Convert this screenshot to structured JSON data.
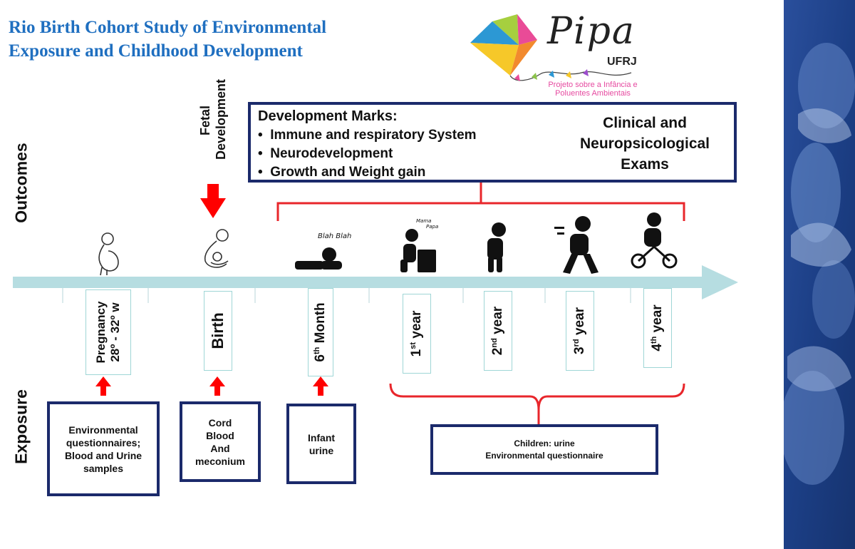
{
  "title": {
    "line1": "Rio Birth Cohort Study of Environmental",
    "line2": "Exposure and Childhood Development"
  },
  "logo": {
    "word": "Pipa",
    "badge": "UFRJ",
    "caption_line1": "Projeto sobre a Infância e",
    "caption_line2": "Poluentes Ambientais"
  },
  "rows": {
    "outcomes": "Outcomes",
    "exposure": "Exposure"
  },
  "fetal_development": {
    "line1": "Fetal",
    "line2": "Development"
  },
  "development_marks": {
    "heading": "Development Marks:",
    "bullets": [
      "Immune and respiratory System",
      "Neurodevelopment",
      "Growth and Weight gain"
    ]
  },
  "clinical": {
    "line1": "Clinical and",
    "line2": "Neuropsicological",
    "line3": "Exams"
  },
  "infant_speech": "Blah Blah",
  "toddler_speech": {
    "line1": "Mama",
    "line2": "Papa"
  },
  "stages": [
    {
      "line1": "Pregnancy",
      "line2": "28º - 32º w"
    },
    {
      "line1": "Birth"
    },
    {
      "main": "6",
      "sup": "th",
      "rest": " Month"
    },
    {
      "main": "1",
      "sup": "st",
      "rest": " year"
    },
    {
      "main": "2",
      "sup": "nd",
      "rest": " year"
    },
    {
      "main": "3",
      "sup": "rd",
      "rest": " year"
    },
    {
      "main": "4",
      "sup": "th",
      "rest": " year"
    }
  ],
  "exposures": {
    "pregnancy": [
      "Environmental",
      "questionnaires;",
      "Blood and Urine",
      "samples"
    ],
    "birth": [
      "Cord",
      "Blood",
      "And",
      "meconium"
    ],
    "six_month": [
      "Infant",
      "urine"
    ],
    "children": [
      "Children:  urine",
      "Environmental  questionnaire"
    ]
  },
  "colors": {
    "title": "#1f6fc0",
    "box_border": "#1b2a6b",
    "arrow": "#ff0000",
    "bracket": "#e8262b",
    "timeline": "#b6dde1",
    "stage_border": "#9fd6d6"
  }
}
